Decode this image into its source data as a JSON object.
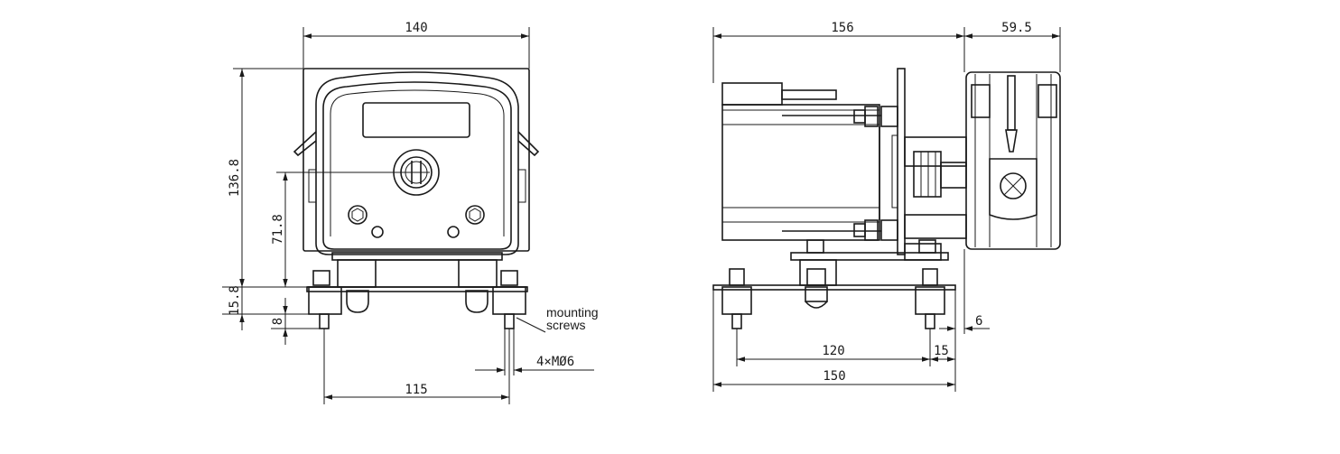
{
  "front_view": {
    "width_dim": "140",
    "height_dim": "136.8",
    "shaft_height_dim": "71.8",
    "base_height_dim": "15.8",
    "screw_length_dim": "8",
    "mounting_spacing_dim": "115",
    "screw_label_line1": "mounting",
    "screw_label_line2": "screws",
    "screw_spec": "4×MØ6"
  },
  "side_view": {
    "drive_length_dim": "156",
    "head_depth_dim": "59.5",
    "hole_spacing_dim": "120",
    "base_length_dim": "150",
    "edge_offset_dim": "15",
    "plate_offset_dim": "6"
  }
}
